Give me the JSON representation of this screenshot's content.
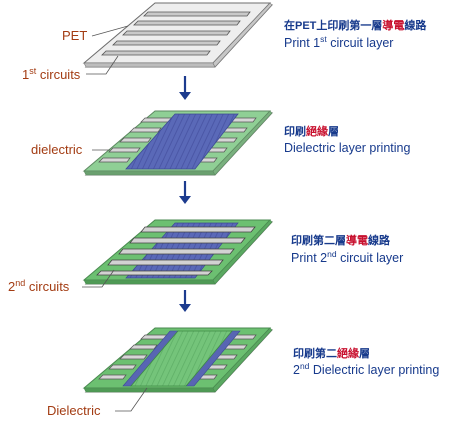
{
  "labels": {
    "pet": "PET",
    "circuits1_num": "1",
    "circuits1_sup": "st",
    "circuits1_text": " circuits",
    "dielectric": "dielectric",
    "circuits2_num": "2",
    "circuits2_sup": "nd",
    "circuits2_text": " circuits",
    "dielectric2": "Dielectric"
  },
  "steps": [
    {
      "cn_prefix": "在PET上印刷第一層",
      "cn_highlight": "導電",
      "cn_suffix": "線路",
      "en_pre": "Print 1",
      "en_sup": "st",
      "en_post": " circuit layer"
    },
    {
      "cn_prefix": "印刷",
      "cn_highlight": "絕緣",
      "cn_suffix": "層",
      "en_pre": "Dielectric layer printing",
      "en_sup": "",
      "en_post": ""
    },
    {
      "cn_prefix": "印刷第二層",
      "cn_highlight": "導電",
      "cn_suffix": "線路",
      "en_pre": "Print 2",
      "en_sup": "nd",
      "en_post": " circuit layer"
    },
    {
      "cn_prefix": "印刷第二",
      "cn_highlight": "絕緣",
      "cn_suffix": "層",
      "en_pre": "2",
      "en_sup": "nd",
      "en_post": " Dielectric layer printing"
    }
  ],
  "colors": {
    "label": "#a33c13",
    "caption": "#173a8c",
    "highlight": "#c8102e",
    "pet_sheet": "#ececec",
    "circuit": "#c9c9c9",
    "dielectric": "#5865b3",
    "green_sheet": "#6cc071",
    "arrow": "#1c3b8e"
  }
}
